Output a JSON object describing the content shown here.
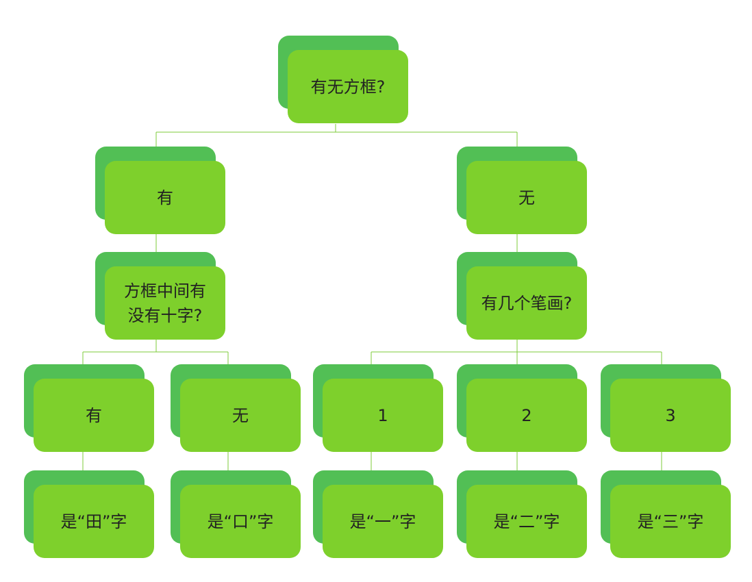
{
  "nodes": {
    "root": "有无方框?",
    "has_box": "有",
    "no_box": "无",
    "cross_question": "方框中间有\n没有十字?",
    "stroke_question": "有几个笔画?",
    "has_cross": "有",
    "no_cross": "无",
    "stroke_1": "1",
    "stroke_2": "2",
    "stroke_3": "3",
    "result_tian": "是“田”字",
    "result_kou": "是“口”字",
    "result_yi": "是“一”字",
    "result_er": "是“二”字",
    "result_san": "是“三”字"
  },
  "colors": {
    "node_fill": "#7ed02c",
    "node_shadow": "#52bf55",
    "connector": "#7ccb3a",
    "text": "#222222"
  }
}
